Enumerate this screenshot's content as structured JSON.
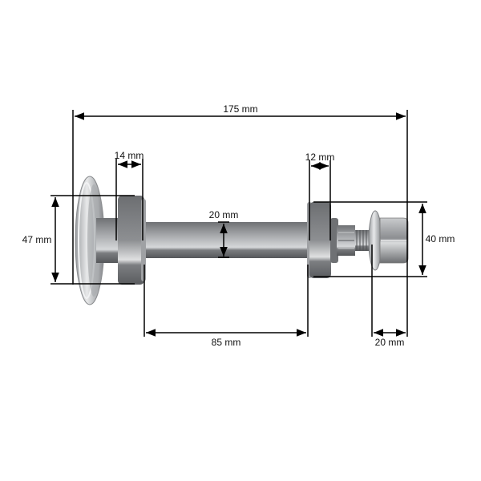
{
  "diagram": {
    "subject": "spindle assembly with pulley flange, bearings, shaft and nut",
    "background": "#ffffff",
    "line_color": "#000000",
    "dimensions": {
      "overall_length": "175 mm",
      "left_bearing_width": "14 mm",
      "right_bearing_width": "12 mm",
      "shaft_diameter": "20 mm",
      "left_bearing_diameter": "47 mm",
      "right_bearing_diameter": "40 mm",
      "bearing_spacing": "85 mm",
      "nut_length": "20 mm"
    },
    "parts": [
      {
        "name": "pulley-flange",
        "color": "#b9bcbf"
      },
      {
        "name": "left-bearing",
        "color": "#8a8c8f"
      },
      {
        "name": "shaft",
        "color": "#8f9194"
      },
      {
        "name": "right-bearing",
        "color": "#8a8c8f"
      },
      {
        "name": "splined-hub",
        "color": "#7c7e81"
      },
      {
        "name": "threaded-stud",
        "color": "#9a9c9f"
      },
      {
        "name": "flange-nut",
        "color": "#a8abae"
      }
    ]
  }
}
